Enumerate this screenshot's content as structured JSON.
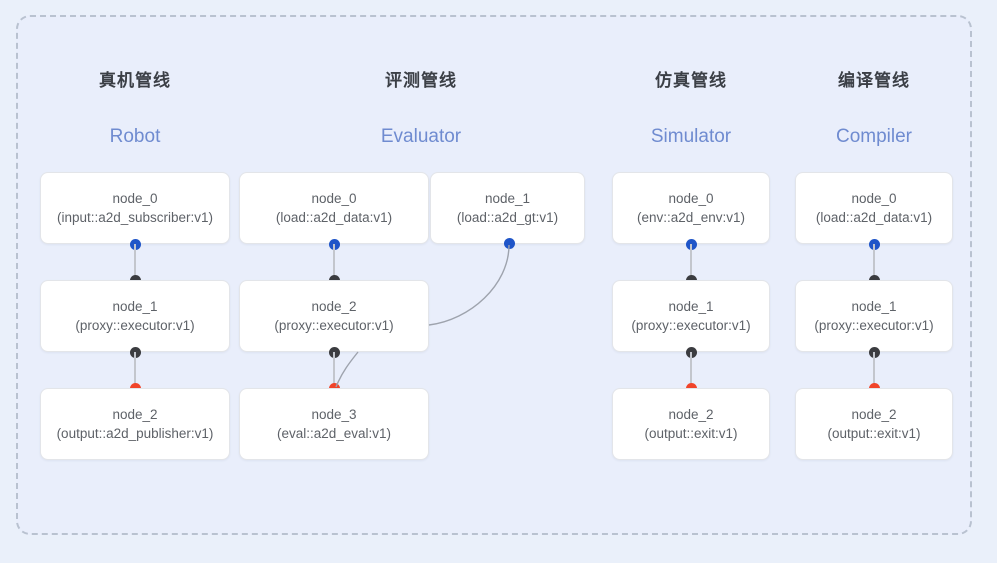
{
  "diagram": {
    "title_zh_note": "",
    "colors": {
      "background": "#eaf0fa",
      "panel_background": "#e9eefb",
      "panel_border": "#b9c2d0",
      "node_background": "#ffffff",
      "node_border": "#e3e5e9",
      "node_text": "#5e6268",
      "column_title": "#3b3f46",
      "column_subtitle": "#6f8bd0",
      "dot_input": "#1f55c8",
      "dot_output": "#f1442a",
      "dot_proxy": "#3b3c40",
      "edge": "#9ea3ad"
    },
    "columns": [
      {
        "title": "真机管线",
        "subtitle": "Robot",
        "nodes": [
          {
            "name": "node_0",
            "type": "(input::a2d_subscriber:v1)"
          },
          {
            "name": "node_1",
            "type": "(proxy::executor:v1)"
          },
          {
            "name": "node_2",
            "type": "(output::a2d_publisher:v1)"
          }
        ]
      },
      {
        "title": "评测管线",
        "subtitle": "Evaluator",
        "nodes": [
          {
            "name": "node_0",
            "type": "(load::a2d_data:v1)"
          },
          {
            "name": "node_1",
            "type": "(load::a2d_gt:v1)"
          },
          {
            "name": "node_2",
            "type": "(proxy::executor:v1)"
          },
          {
            "name": "node_3",
            "type": "(eval::a2d_eval:v1)"
          }
        ]
      },
      {
        "title": "仿真管线",
        "subtitle": "Simulator",
        "nodes": [
          {
            "name": "node_0",
            "type": "(env::a2d_env:v1)"
          },
          {
            "name": "node_1",
            "type": "(proxy::executor:v1)"
          },
          {
            "name": "node_2",
            "type": "(output::exit:v1)"
          }
        ]
      },
      {
        "title": "编译管线",
        "subtitle": "Compiler",
        "nodes": [
          {
            "name": "node_0",
            "type": "(load::a2d_data:v1)"
          },
          {
            "name": "node_1",
            "type": "(proxy::executor:v1)"
          },
          {
            "name": "node_2",
            "type": "(output::exit:v1)"
          }
        ]
      }
    ]
  }
}
